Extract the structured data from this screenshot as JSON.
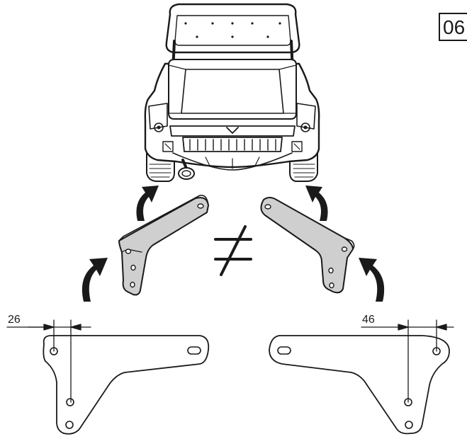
{
  "step": {
    "number": "06"
  },
  "dimensions": {
    "left_offset": "26",
    "right_offset": "46"
  },
  "relations": {
    "symbol": "≠"
  },
  "colors": {
    "ink": "#1a1a1a",
    "bracket_fill": "#cfcfcf",
    "paper": "#ffffff"
  }
}
